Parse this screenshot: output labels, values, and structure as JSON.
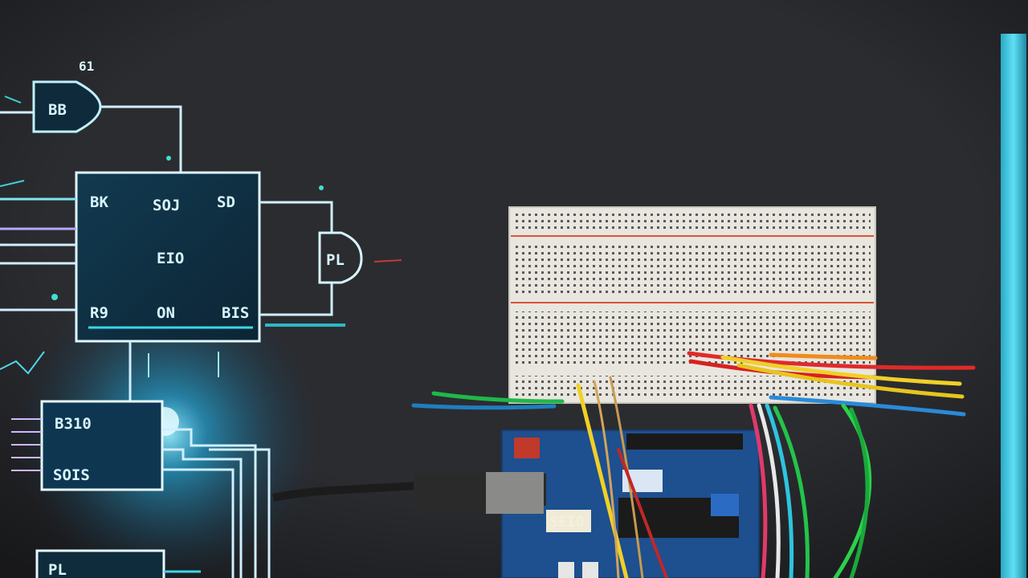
{
  "schematic": {
    "top_tag": "61",
    "gate_top_label": "BB",
    "ic_main": {
      "label_top_left": "BK",
      "label_top_mid": "SOJ",
      "label_top_right": "SD",
      "label_center": "EIO",
      "label_bottom_left": "R9",
      "label_bottom_mid": "ON",
      "label_bottom_right": "BIS"
    },
    "gate_right_label": "PL",
    "ic_lower": {
      "label_top": "B310",
      "label_bottom": "SOIS"
    },
    "ic_bottom_label": "PL"
  },
  "arduino": {
    "display_label": "SEIO"
  },
  "colors": {
    "background": "#2b2c30",
    "schematic_line": "#cfefff",
    "glow": "#1ec8ff",
    "breadboard": "#e8e6df",
    "arduino_pcb": "#1e4f8e",
    "accent_bar": "#3fc6e0"
  }
}
